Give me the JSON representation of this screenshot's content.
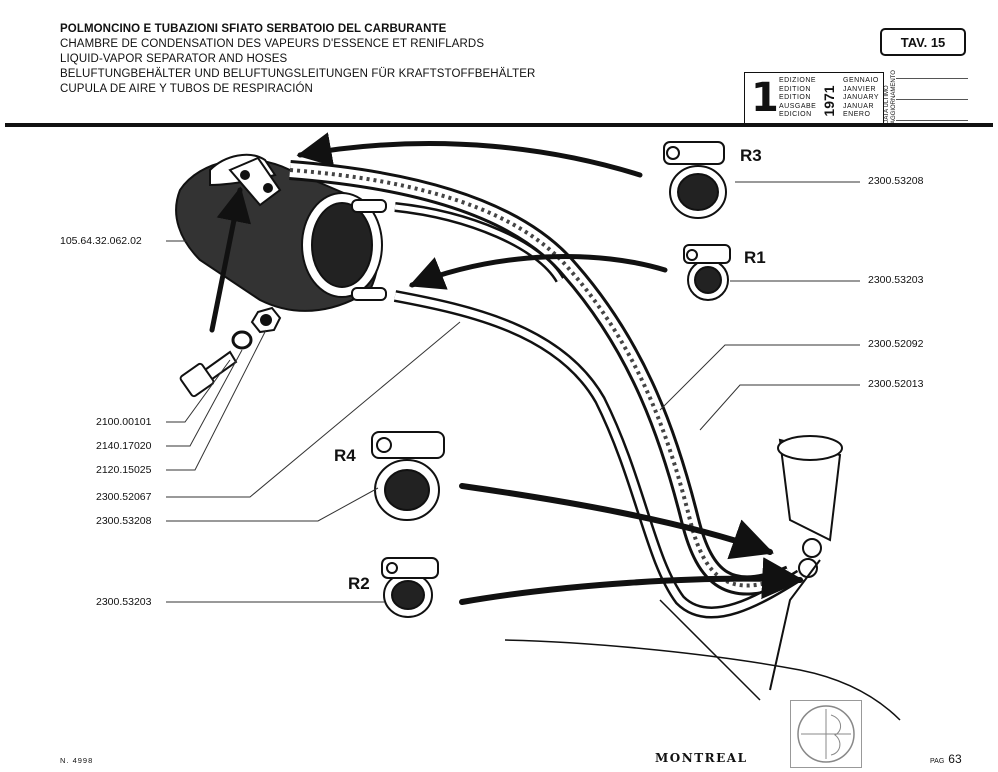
{
  "header": {
    "titles": [
      "POLMONCINO E TUBAZIONI SFIATO SERBATOIO DEL CARBURANTE",
      "CHAMBRE DE CONDENSATION DES VAPEURS D'ESSENCE ET RENIFLARDS",
      "LIQUID-VAPOR SEPARATOR AND HOSES",
      "BELUFTUNGBEHÄLTER UND BELUFTUNGSLEITUNGEN FÜR KRAFTSTOFFBEHÄLTER",
      "CUPULA DE AIRE Y TUBOS DE RESPIRACIÓN"
    ],
    "tav": "TAV. 15"
  },
  "edition_box": {
    "number": "1",
    "edition_words": [
      "EDIZIONE",
      "EDITION",
      "EDITION",
      "AUSGABE",
      "EDICION"
    ],
    "year": "1971",
    "months": [
      "GENNAIO",
      "JANVIER",
      "JANUARY",
      "JANUAR",
      "ENERO"
    ],
    "last_update": [
      "DATA ULTIMO",
      "AGGIORNAMENTO"
    ]
  },
  "parts": {
    "p1": "105.64.32.062.02",
    "p2": "2300.53208",
    "p3": "2300.53203",
    "p4": "2300.52092",
    "p5": "2300.52013",
    "p6": "2100.00101",
    "p7": "2140.17020",
    "p8": "2120.15025",
    "p9": "2300.52067",
    "p10": "2300.53208",
    "p11": "2300.53203"
  },
  "refs": {
    "r1": "R1",
    "r2": "R2",
    "r3": "R3",
    "r4": "R4"
  },
  "footer": {
    "left": "N.  4998",
    "brand": "MONTREAL",
    "pag_label": "PAG",
    "page_number": "63"
  }
}
